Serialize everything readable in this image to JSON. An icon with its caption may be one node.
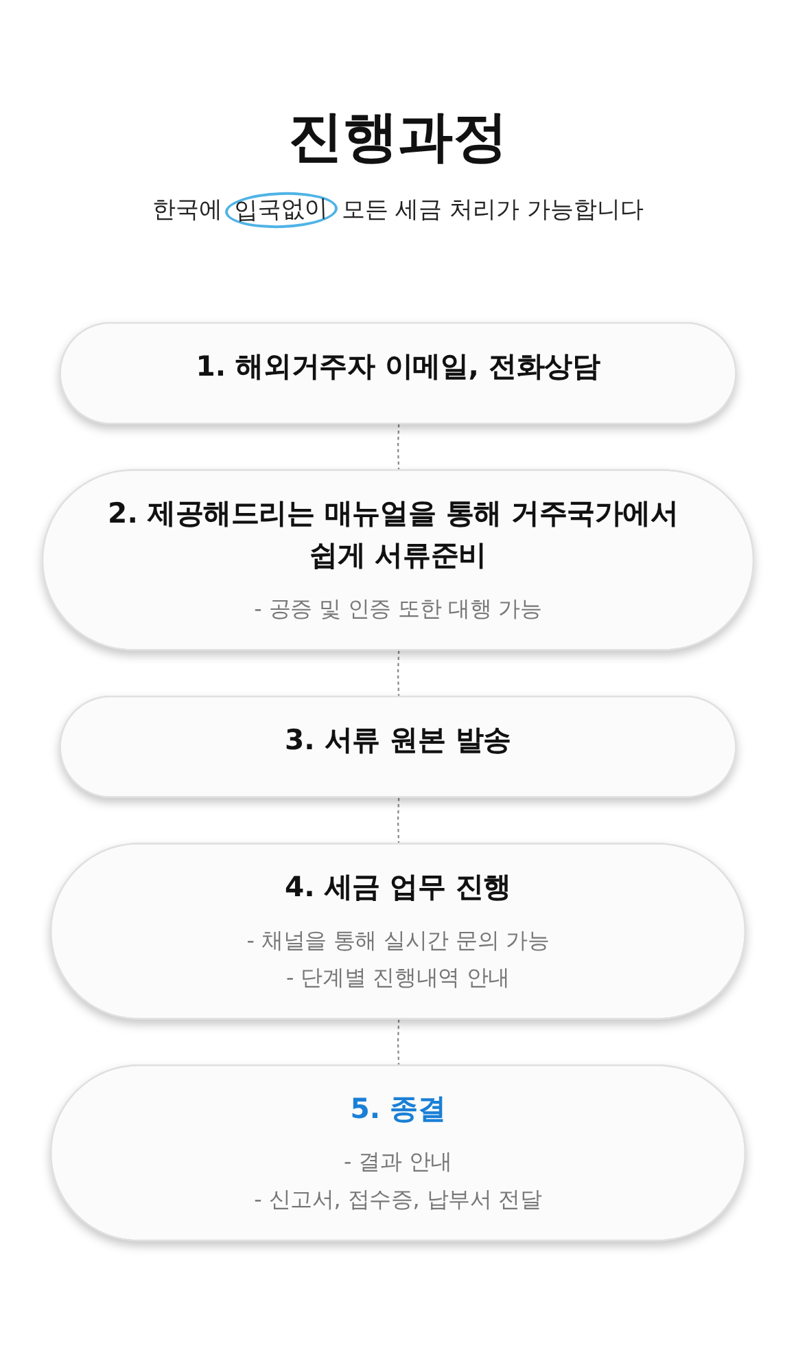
{
  "diagram": {
    "title": "진행과정",
    "nodes": [
      {
        "text": [
          "1. 해외거주자 이메일, 전화상담"
        ]
      },
      {
        "text": [
          "2. 제공해드리는 매뉴얼을 통해 거주국가에서 쉽게 서류준비",
          "- 공증 및 인증 또한 대행 가능"
        ]
      },
      {
        "text": [
          "3. 서류 원본 발송"
        ]
      },
      {
        "text": [
          "4. 세금 업무 진행",
          "- 채널을 통해 실시간 문의 가능",
          "- 단계별 진행내역 안내"
        ]
      },
      {
        "text": [
          "5. 종결",
          "- 결과 안내",
          "- 신고서, 접수증, 납부서 전달"
        ]
      }
    ],
    "edges": [
      {
        "from": 0,
        "to": 1,
        "arrow": "none",
        "style": "dashed"
      },
      {
        "from": 1,
        "to": 2,
        "arrow": "none",
        "style": "dashed"
      },
      {
        "from": 2,
        "to": 3,
        "arrow": "none",
        "style": "dashed"
      },
      {
        "from": 3,
        "to": 4,
        "arrow": "none",
        "style": "dashed"
      }
    ],
    "labels": [
      "한국에 입국없이 모든 세금 처리가 가능합니다"
    ]
  }
}
